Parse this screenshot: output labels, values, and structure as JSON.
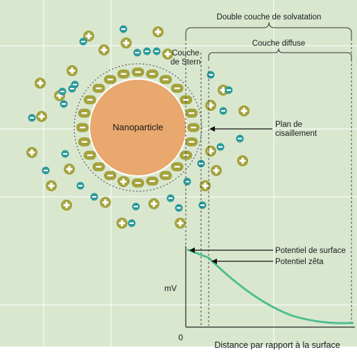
{
  "colors": {
    "background": "#d9e7cf",
    "gridline": "#ffffff",
    "nanoparticle_fill": "#e8a86e",
    "nanoparticle_stroke": "#ffffff",
    "positive_ion": "#a3a23d",
    "negative_ion": "#2a9a9c",
    "curve": "#4fbf8e",
    "text": "#1a1a1a"
  },
  "labels": {
    "nanoparticle": "Nanoparticle",
    "double_layer": "Double couche de solvatation",
    "diffuse_layer": "Couche diffuse",
    "stern_line1": "Couche",
    "stern_line2": "de Stern",
    "shear_line1": "Plan de",
    "shear_line2": "cisaillement",
    "surface_potential": "Potentiel de surface",
    "zeta_potential": "Potentiel zêta",
    "y_axis": "mV",
    "origin": "0",
    "x_axis": "Distance par rapport à la surface"
  },
  "icons": {
    "positive_ion": "plus-circle-icon",
    "negative_ion": "minus-circle-icon"
  }
}
